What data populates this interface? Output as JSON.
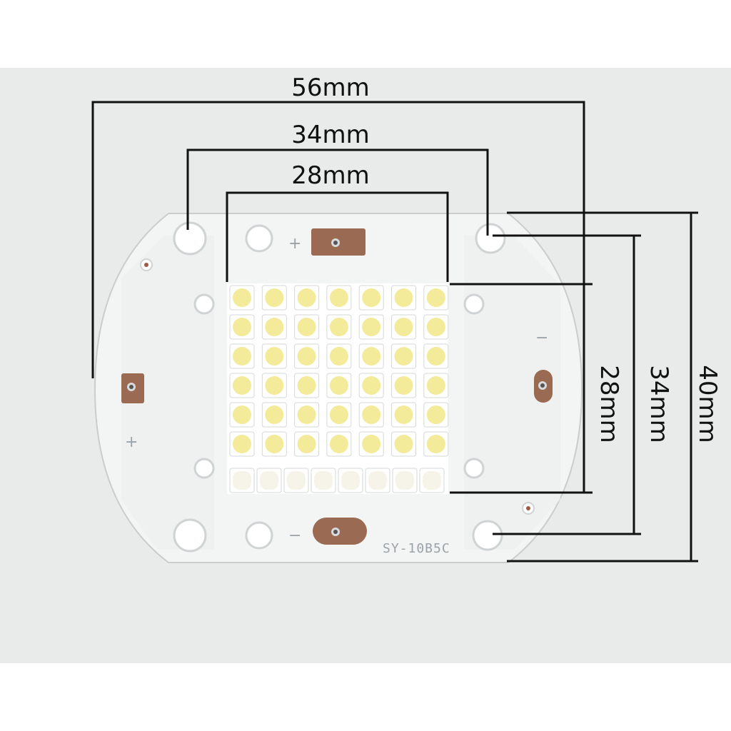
{
  "dimensions": {
    "width_outer": "56mm",
    "width_mid": "34mm",
    "width_inner": "28mm",
    "height_inner": "28mm",
    "height_mid": "34mm",
    "height_outer": "40mm"
  },
  "board": {
    "model": "SY-10B5C",
    "plus_symbol": "+",
    "minus_symbol": "−",
    "pcb_color": "#f2f3f3",
    "led_yellow": "#f3ea9a",
    "led_white": "#f6f4e8",
    "pad_color": "#9a6a52"
  },
  "led_array": {
    "rows": 7,
    "columns": 7,
    "bottom_row_count": 8
  }
}
